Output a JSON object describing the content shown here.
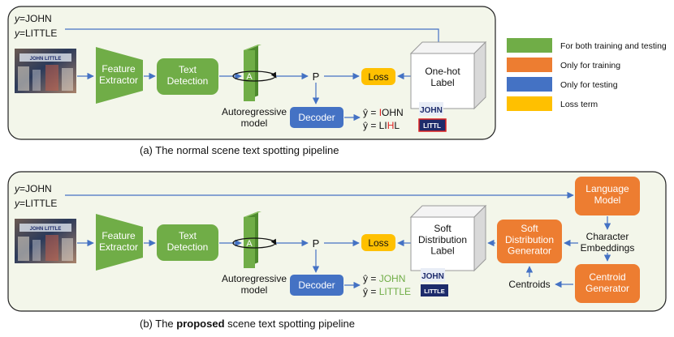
{
  "legend": [
    {
      "label": "For both training and testing",
      "color": "#70ad47"
    },
    {
      "label": "Only for training",
      "color": "#ed7d31"
    },
    {
      "label": "Only for testing",
      "color": "#4472c4"
    },
    {
      "label": "Loss term",
      "color": "#ffc000"
    }
  ],
  "colors": {
    "green": "#70ad47",
    "orange": "#ed7d31",
    "blue": "#4472c4",
    "yellow": "#ffc000",
    "arrow": "#4472c4",
    "panel_bg": "#f3f6ea",
    "red": "#e02020",
    "correct": "#70ad47"
  },
  "panel_a": {
    "labels": [
      "y=JOHN",
      "y=LITTLE"
    ],
    "feature_extractor": "Feature\nExtractor",
    "text_detection": "Text\nDetection",
    "autoregressive_block": "A",
    "autoregressive_caption": "Autoregressive\nmodel",
    "p_label": "P",
    "loss": "Loss",
    "label_box": "One-hot\nLabel",
    "decoder": "Decoder",
    "pred1_prefix": "ŷ = ",
    "pred1_wrong": "I",
    "pred1_rest": "OHN",
    "pred2_prefix": "ŷ = LI",
    "pred2_wrong": "H",
    "pred2_rest": "L",
    "crop1": "JOHN",
    "crop2": "LITTL",
    "caption": "(a) The normal scene text spotting pipeline"
  },
  "panel_b": {
    "labels": [
      "y=JOHN",
      "y=LITTLE"
    ],
    "feature_extractor": "Feature\nExtractor",
    "text_detection": "Text\nDetection",
    "autoregressive_block": "A",
    "autoregressive_caption": "Autoregressive\nmodel",
    "p_label": "P",
    "loss": "Loss",
    "label_box": "Soft\nDistribution\nLabel",
    "decoder": "Decoder",
    "pred1_prefix": "ŷ = ",
    "pred1_value": "JOHN",
    "pred2_prefix": "ŷ = ",
    "pred2_value": "LITTLE",
    "crop1": "JOHN",
    "crop2": "LITTLE",
    "language_model": "Language\nModel",
    "char_embeddings": "Character\nEmbeddings",
    "soft_gen": "Soft\nDistribution\nGenerator",
    "centroid_gen": "Centroid\nGenerator",
    "centroids": "Centroids",
    "caption_prefix": "(b) The ",
    "caption_bold": "proposed",
    "caption_suffix": " scene text spotting pipeline"
  },
  "scene_sign": "JOHN LITTLE"
}
